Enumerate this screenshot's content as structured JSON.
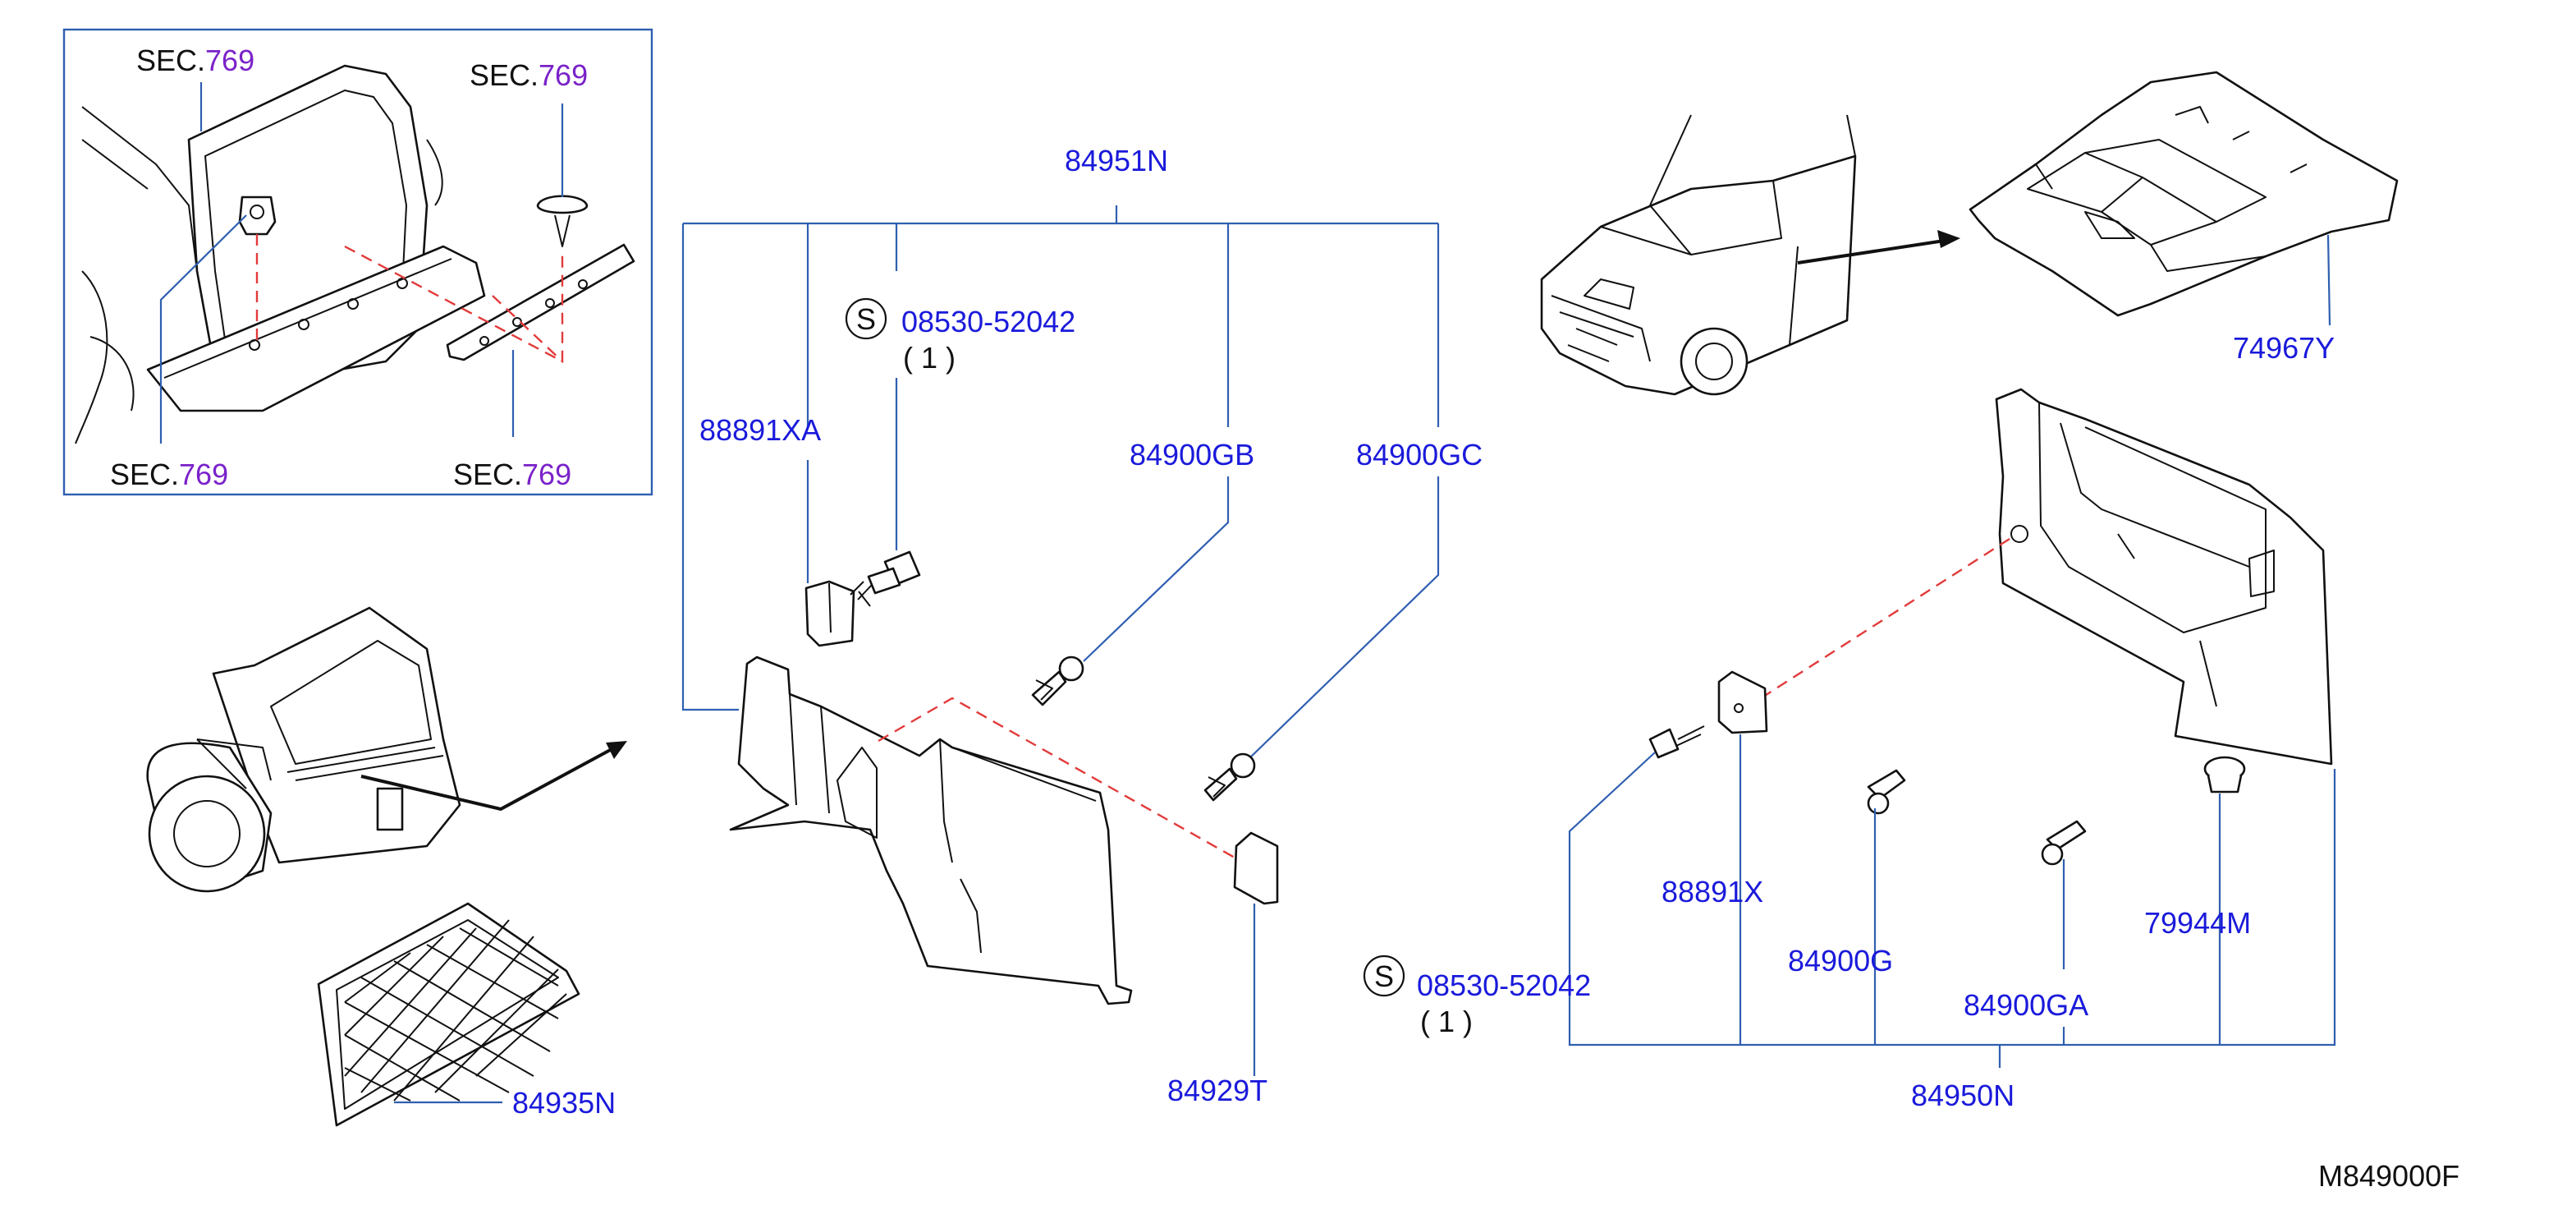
{
  "sec_reference": {
    "prefix": "SEC.",
    "number": "769"
  },
  "part_numbers": {
    "p84951N": "84951N",
    "p08530_top": "08530-52042",
    "qty_top": "( 1 )",
    "p88891XA": "88891XA",
    "p84900GB": "84900GB",
    "p84900GC": "84900GC",
    "p74967Y": "74967Y",
    "p84935N": "84935N",
    "p84929T": "84929T",
    "p08530_bottom": "08530-52042",
    "qty_bottom": "( 1 )",
    "p88891X": "88891X",
    "p84900G": "84900G",
    "p84900GA": "84900GA",
    "p79944M": "79944M",
    "p84950N": "84950N"
  },
  "screw_symbol": "S",
  "drawing_code": "M849000F",
  "colors": {
    "part_number": "#1a1adb",
    "sec_number": "#7a22c9",
    "leader_line": "#2f5fb0",
    "hidden_line": "#e23b3b",
    "outline": "#111111"
  }
}
